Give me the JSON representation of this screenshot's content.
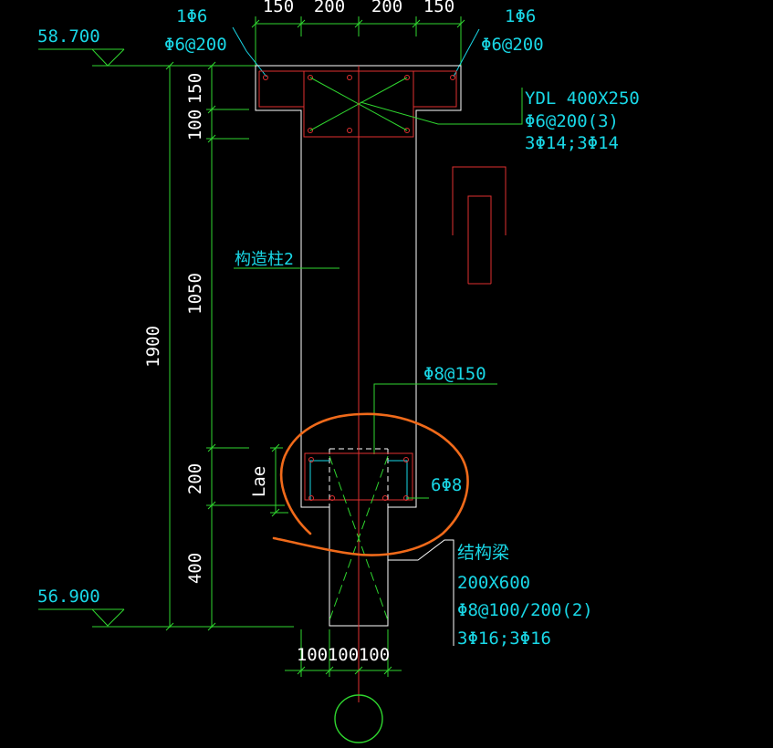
{
  "colors": {
    "background": "#000000",
    "dimension": "#2fd62f",
    "annotation": "#19d7e6",
    "concrete_outline": "#ffffff",
    "rebar": "#e03030",
    "markup": "#f06a1a"
  },
  "top_dims": [
    "150",
    "200",
    "200",
    "150"
  ],
  "left_rebar": {
    "count": "1Φ6",
    "stirrup": "Φ6@200"
  },
  "right_rebar": {
    "count": "1Φ6",
    "stirrup": "Φ6@200"
  },
  "elevations": {
    "top": "58.700",
    "bottom": "56.900"
  },
  "vertical_dims": {
    "total": "1900",
    "d150": "150",
    "d100": "100",
    "d1050": "1050",
    "d200": "200",
    "d400": "400",
    "lae": "Lae"
  },
  "ydl_note": {
    "line1": "YDL 400X250",
    "line2": "Φ6@200(3)",
    "line3": "3Φ14;3Φ14"
  },
  "column_label": "构造柱2",
  "stirrup_label": "Φ8@150",
  "bars_label": "6Φ8",
  "beam_note": {
    "line1": "结构梁",
    "line2": "200X600",
    "line3": "Φ8@100/200(2)",
    "line4": "3Φ16;3Φ16"
  },
  "bottom_dims": [
    "100",
    "100",
    "100"
  ]
}
